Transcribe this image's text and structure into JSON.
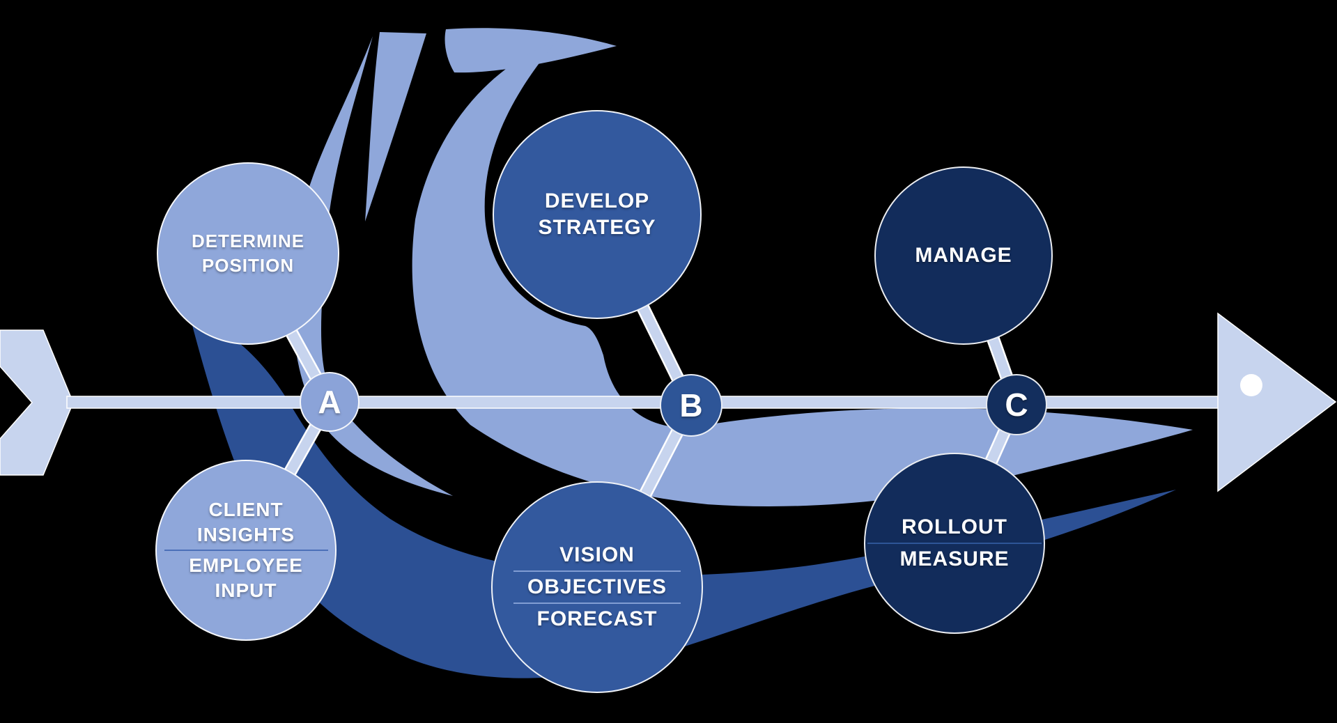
{
  "title": "Strategy process swoosh diagram",
  "colors": {
    "background": "#000000",
    "light_blue": "#8FA7DA",
    "medium_blue": "#33599E",
    "navy": "#122C5B",
    "arrow": "#C7D4EE",
    "dark_wave": "#2C5094",
    "node_a_fill": "#8BA3D8",
    "node_b_fill": "#2E5597",
    "node_c_fill": "#132E5D",
    "dot": "#FFFFFF"
  },
  "timeline": {
    "nodes": [
      {
        "label": "A"
      },
      {
        "label": "B"
      },
      {
        "label": "C"
      }
    ]
  },
  "stages": {
    "determine_position": {
      "lines": [
        "DETERMINE",
        "POSITION"
      ]
    },
    "develop_strategy": {
      "lines": [
        "DEVELOP",
        "STRATEGY"
      ]
    },
    "manage": {
      "lines": [
        "MANAGE"
      ]
    },
    "client_insights": {
      "lines": [
        "CLIENT",
        "INSIGHTS",
        "EMPLOYEE",
        "INPUT"
      ]
    },
    "vision": {
      "lines": [
        "VISION",
        "OBJECTIVES",
        "FORECAST"
      ]
    },
    "rollout": {
      "lines": [
        "ROLLOUT",
        "MEASURE"
      ]
    }
  }
}
